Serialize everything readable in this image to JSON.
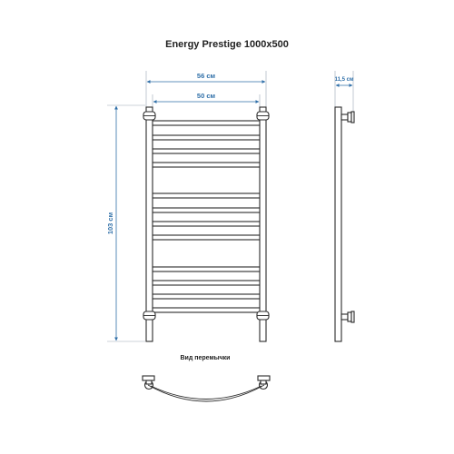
{
  "title": "Energy Prestige 1000x500",
  "dimensions": {
    "overall_width": "56 см",
    "bar_width": "50 см",
    "height": "103 см",
    "depth": "11,5 см"
  },
  "jumper_caption": "Вид перемычки",
  "colors": {
    "dimension": "#2f6fa8",
    "outline": "#2a2a2a"
  }
}
